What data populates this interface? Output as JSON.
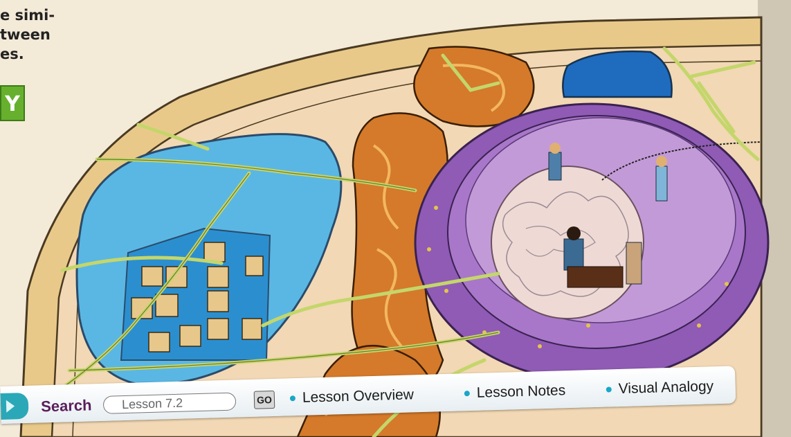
{
  "page_text": {
    "lines": [
      "e simi-",
      "tween",
      "es."
    ],
    "tag_letter": "Y"
  },
  "navbar": {
    "search_label": "Search",
    "search_value": "Lesson 7.2",
    "go_label": "GO",
    "links": [
      "Lesson Overview",
      "Lesson Notes",
      "Visual Analogy"
    ]
  },
  "colors": {
    "cell_wall": "#e9c98a",
    "cytoplasm": "#f2d8b4",
    "vacuole": "#5ab7e3",
    "nucleus": "#8f5bb5",
    "nucleolus": "#eed9d4",
    "mitochondria": "#d47a2a",
    "link_dot": "#19a7c8",
    "tag_green": "#66b02e"
  }
}
